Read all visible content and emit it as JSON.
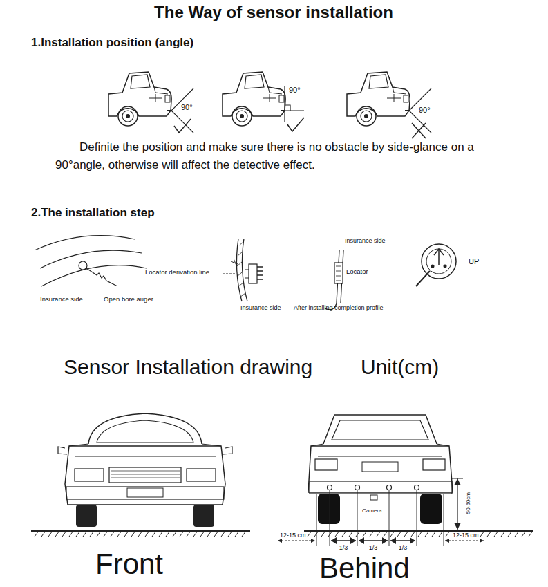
{
  "diagram": {
    "title": "The Way of sensor installation",
    "labels": [
      "1.Installation position (angle)",
      "90°",
      "90°",
      "90°",
      "Definite the position and make sure there is no obstacle by side-glance on a 90°angle, otherwise will affect the detective effect.",
      "2.The installation step",
      "Insurance side",
      "Open bore auger",
      "Locator derivation line",
      "Insurance side",
      "After installing completion profile",
      "Insurance side",
      "Locator",
      "UP",
      "Sensor Installation drawing",
      "Unit(cm)",
      "Camera",
      "50-60cm",
      "12-15 cm",
      "12-15 cm",
      "1/3",
      "1/3",
      "1/3",
      "Front",
      "Behind"
    ]
  }
}
